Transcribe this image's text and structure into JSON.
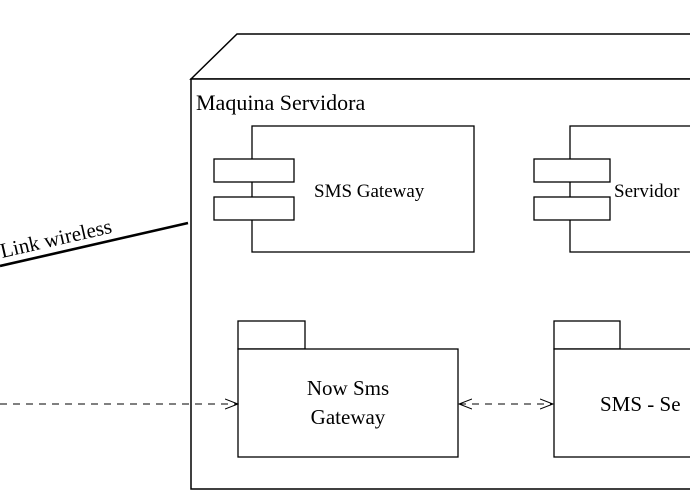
{
  "node": {
    "label": "Maquina Servidora"
  },
  "components": [
    {
      "label": "SMS Gateway"
    },
    {
      "label": "Servidor"
    }
  ],
  "packages": [
    {
      "label_line1": "Now Sms",
      "label_line2": "Gateway"
    },
    {
      "label": "SMS - Se"
    }
  ],
  "link": {
    "label": "Link wireless"
  },
  "colors": {
    "line": "#000000",
    "fill": "#ffffff"
  }
}
